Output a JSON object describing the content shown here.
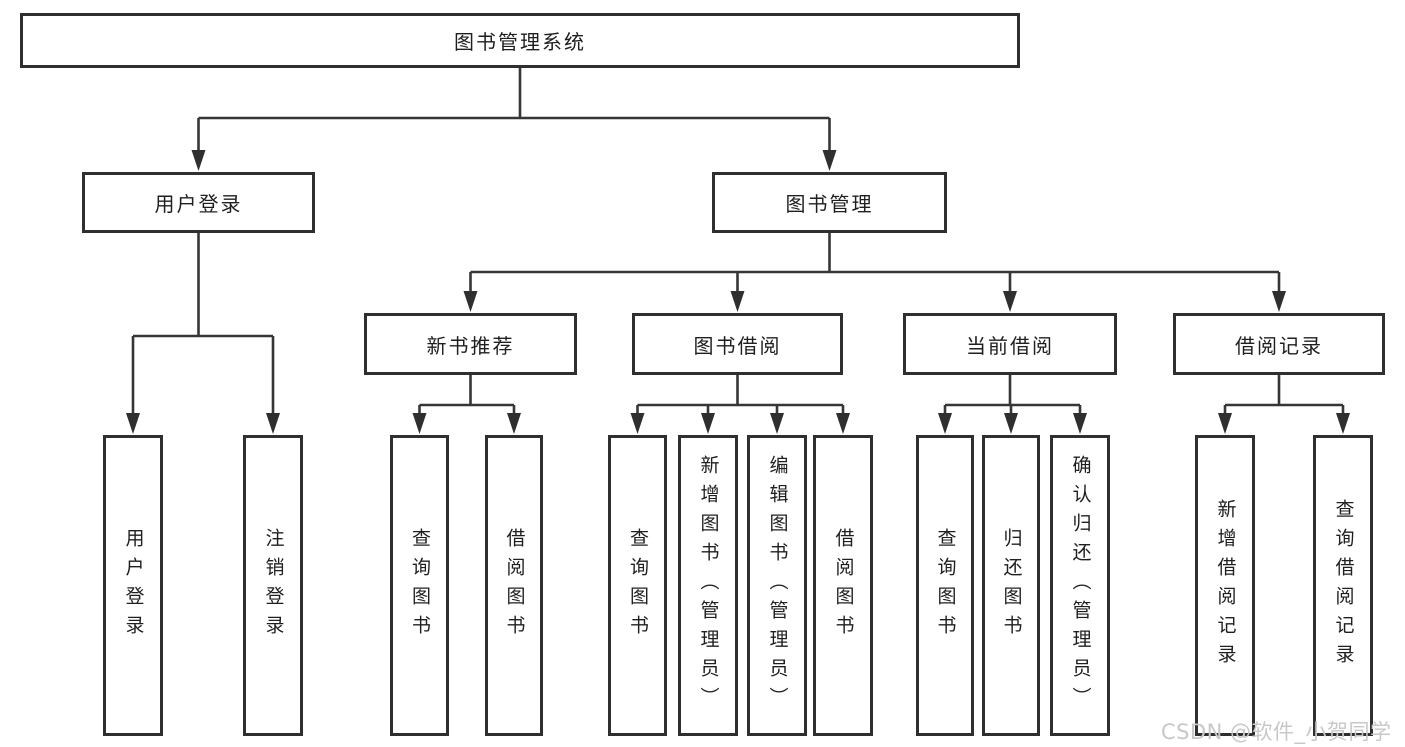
{
  "colors": {
    "background": "#ffffff",
    "line": "#363636",
    "box_border": "#2f2f2f",
    "text": "#1f1f1f",
    "watermark": "#c8c8c8"
  },
  "watermark": {
    "text": "CSDN @软件_小贺同学"
  },
  "tree": {
    "root": "图书管理系统",
    "branches": [
      {
        "label": "用户登录",
        "children": [
          {
            "label": "用户登录"
          },
          {
            "label": "注销登录"
          }
        ]
      },
      {
        "label": "图书管理",
        "children": [
          {
            "label": "新书推荐",
            "children": [
              {
                "label": "查询图书"
              },
              {
                "label": "借阅图书"
              }
            ]
          },
          {
            "label": "图书借阅",
            "children": [
              {
                "label": "查询图书"
              },
              {
                "label": "新增图书（管理员）"
              },
              {
                "label": "编辑图书（管理员）"
              },
              {
                "label": "借阅图书"
              }
            ]
          },
          {
            "label": "当前借阅",
            "children": [
              {
                "label": "查询图书"
              },
              {
                "label": "归还图书"
              },
              {
                "label": "确认归还（管理员）"
              }
            ]
          },
          {
            "label": "借阅记录",
            "children": [
              {
                "label": "新增借阅记录"
              },
              {
                "label": "查询借阅记录"
              }
            ]
          }
        ]
      }
    ]
  }
}
